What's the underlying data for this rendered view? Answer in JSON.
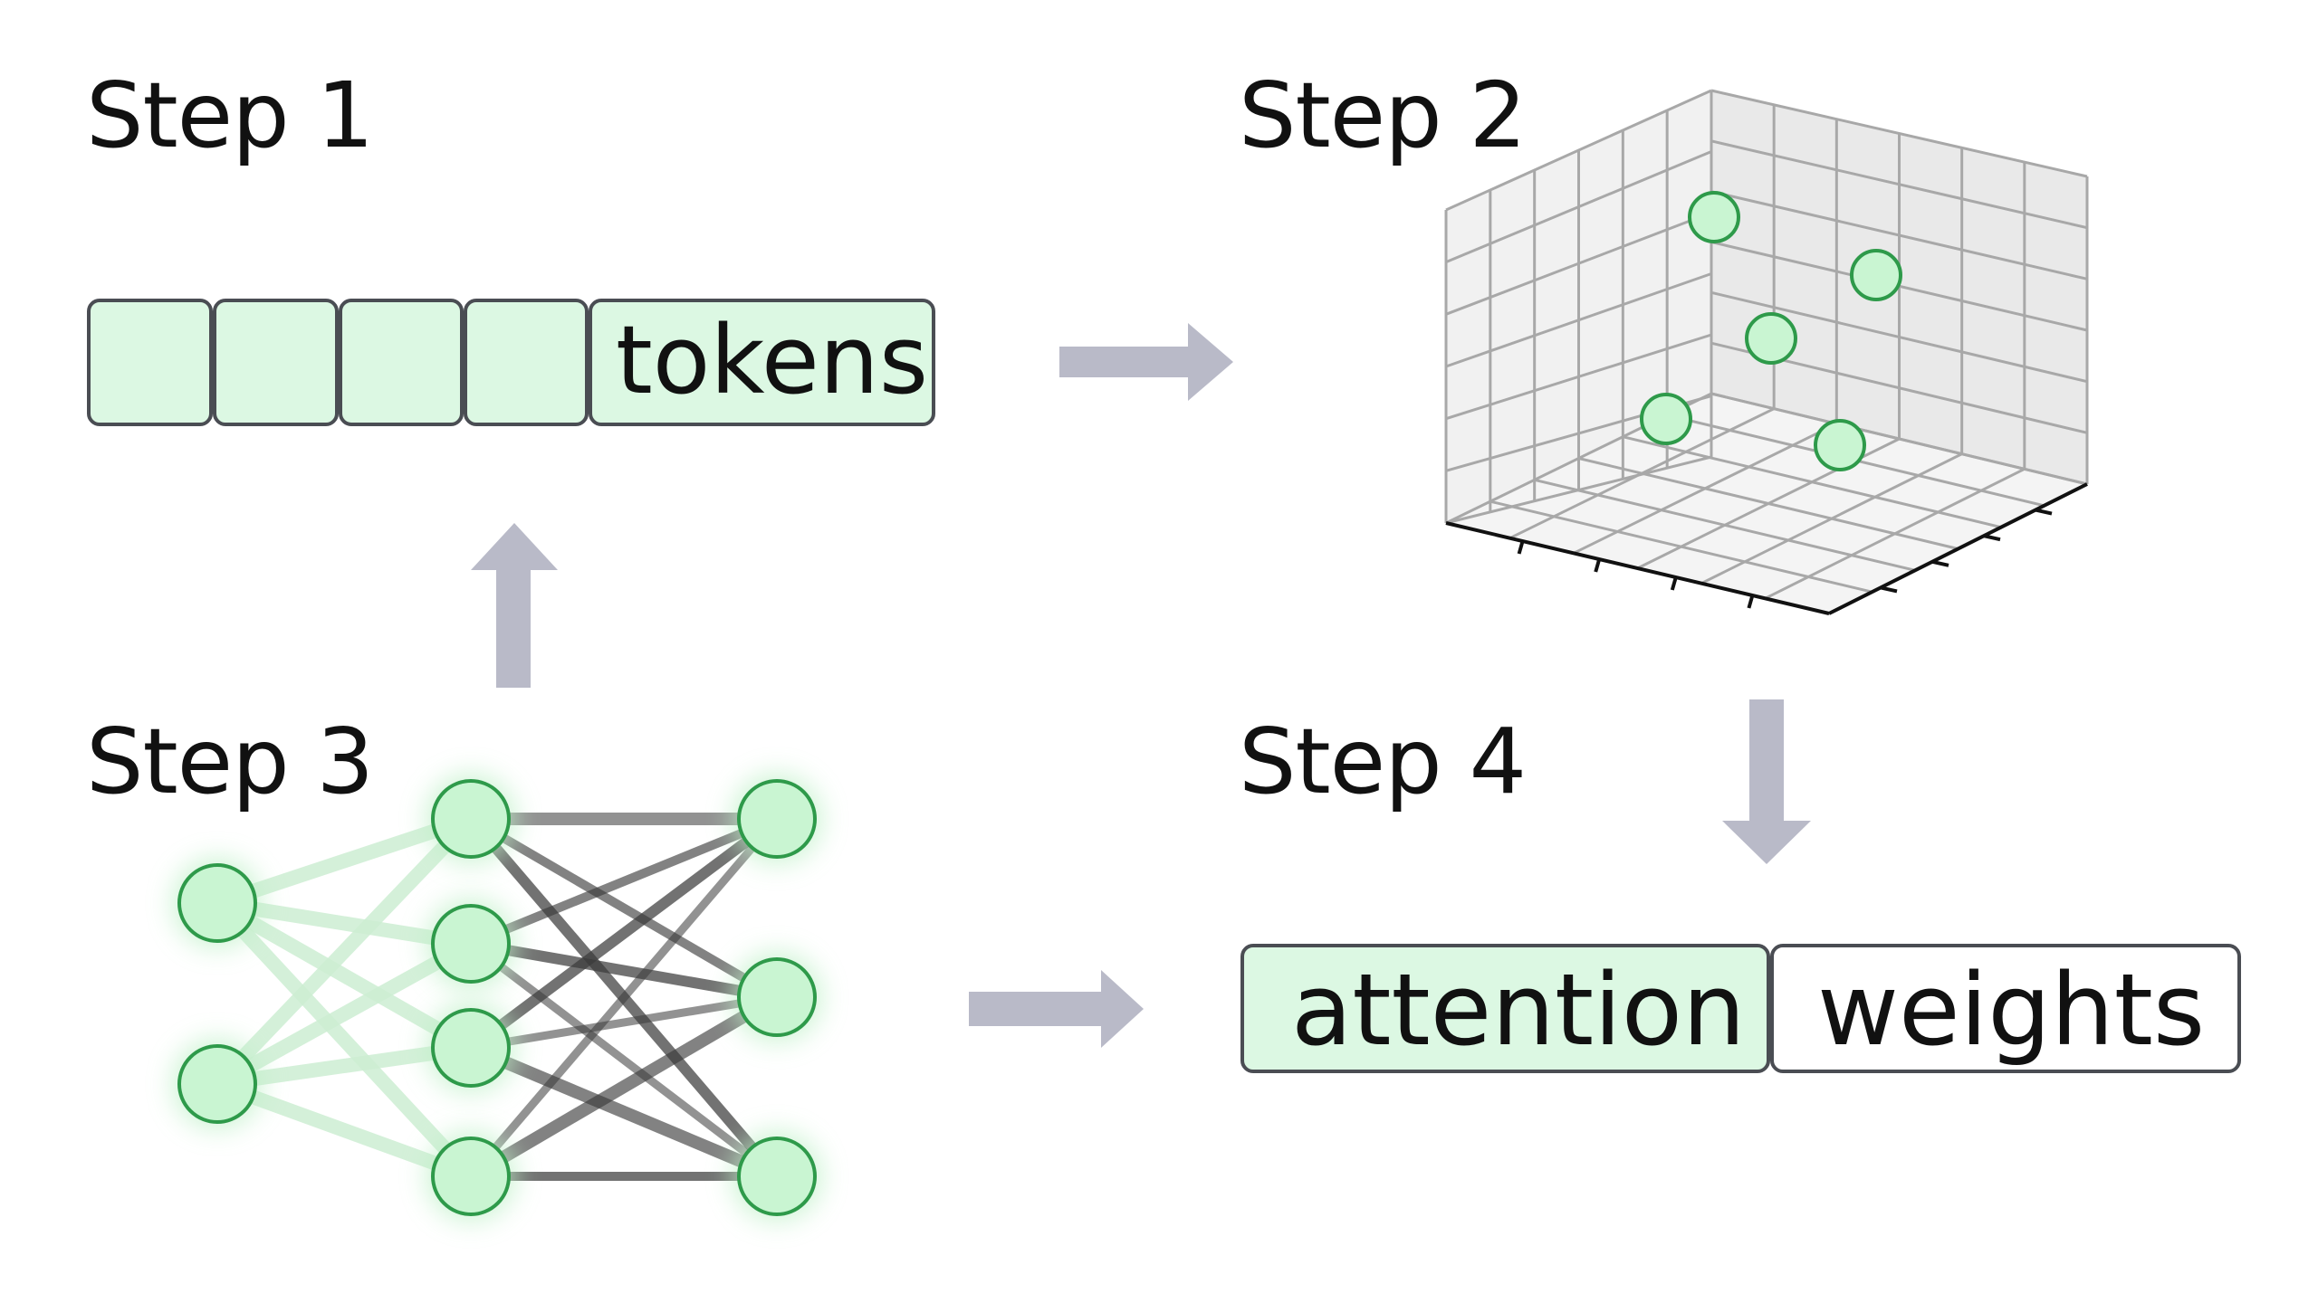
{
  "diagram": {
    "steps": [
      {
        "id": "step1",
        "title": "Step 1"
      },
      {
        "id": "step2",
        "title": "Step 2"
      },
      {
        "id": "step3",
        "title": "Step 3"
      },
      {
        "id": "step4",
        "title": "Step 4"
      }
    ],
    "step1": {
      "token_boxes": [
        "",
        "",
        "",
        "",
        "tokens"
      ]
    },
    "step2": {
      "scatter_point_count": 5
    },
    "step3": {
      "network_layers": [
        2,
        4,
        3
      ]
    },
    "step4": {
      "boxes": [
        {
          "label": "attention",
          "highlighted": true
        },
        {
          "label": "weights",
          "highlighted": false
        }
      ]
    },
    "colors": {
      "token_fill": "#dcf8e3",
      "node_fill": "#c9f5d2",
      "node_stroke": "#2e9a4a",
      "arrow": "#b9bac8",
      "box_border": "#4a4d53",
      "grid_line": "#9a9a9a",
      "edge_dark": "#3a3a3a",
      "edge_light": "#cdeed3"
    }
  }
}
